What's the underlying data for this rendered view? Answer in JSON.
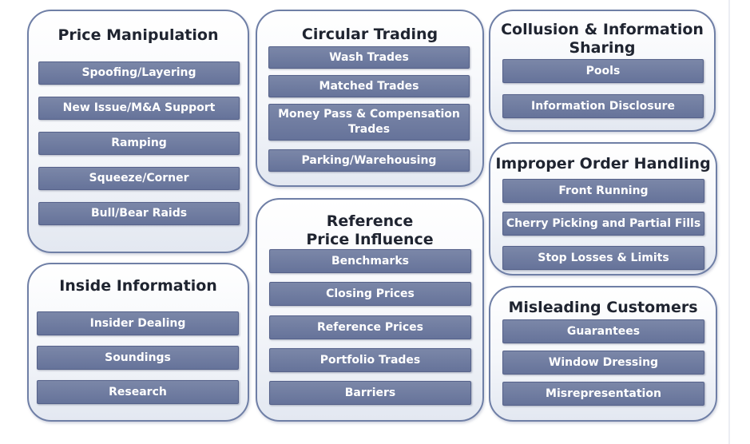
{
  "panels": {
    "price_manipulation": {
      "title": "Price Manipulation",
      "items": [
        "Spoofing/Layering",
        "New Issue/M&A Support",
        "Ramping",
        "Squeeze/Corner",
        "Bull/Bear Raids"
      ]
    },
    "inside_information": {
      "title": "Inside Information",
      "items": [
        "Insider Dealing",
        "Soundings",
        "Research"
      ]
    },
    "circular_trading": {
      "title": "Circular Trading",
      "items": [
        "Wash Trades",
        "Matched Trades",
        "Money Pass & Compensation Trades",
        "Parking/Warehousing"
      ]
    },
    "reference_price_influence": {
      "title": "Reference Price Influence",
      "items": [
        "Benchmarks",
        "Closing Prices",
        "Reference Prices",
        "Portfolio Trades",
        "Barriers"
      ]
    },
    "collusion_information_sharing": {
      "title": "Collusion & Information Sharing",
      "items": [
        "Pools",
        "Information Disclosure"
      ]
    },
    "improper_order_handling": {
      "title": "Improper Order Handling",
      "items": [
        "Front Running",
        "Cherry Picking and Partial Fills",
        "Stop Losses & Limits"
      ]
    },
    "misleading_customers": {
      "title": "Misleading Customers",
      "items": [
        "Guarantees",
        "Window Dressing",
        "Misrepresentation"
      ]
    }
  },
  "colors": {
    "panel_border": "#6f7fa6",
    "item_fill": "#6f7ba0",
    "item_text": "#ffffff",
    "title_text": "#1f2430"
  }
}
